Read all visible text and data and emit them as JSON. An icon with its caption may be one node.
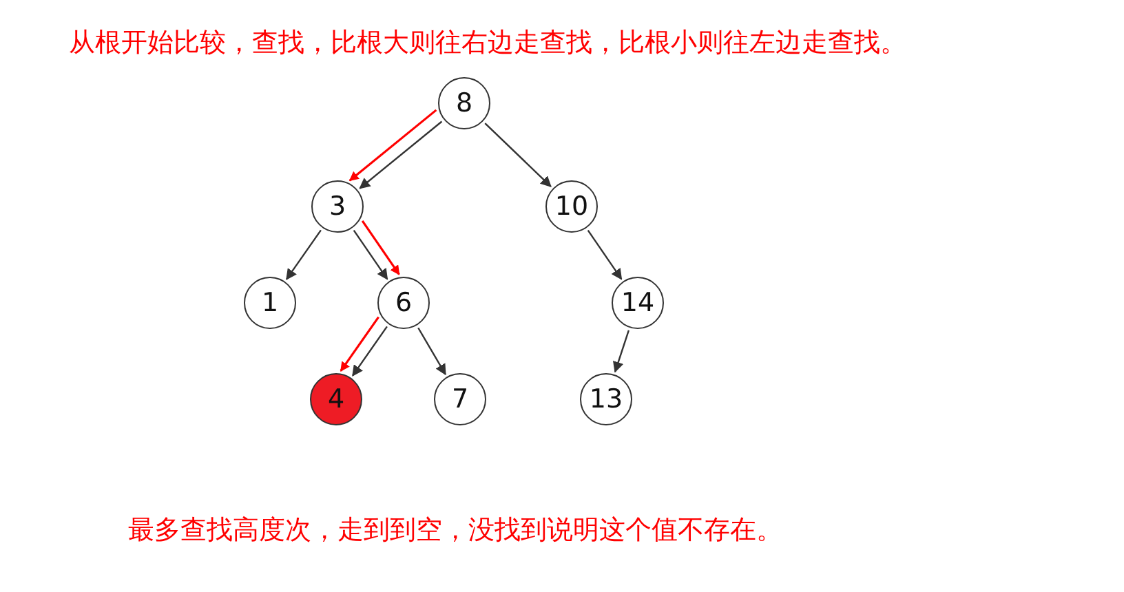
{
  "diagram": {
    "title": "从根开始比较，查找，比根大则往右边走查找，比根小则往左边走查找。",
    "caption": "最多查找高度次，走到到空，没找到说明这个值不存在。",
    "nodes": [
      {
        "text": [
          "8"
        ]
      },
      {
        "text": [
          "3"
        ]
      },
      {
        "text": [
          "10"
        ]
      },
      {
        "text": [
          "1"
        ]
      },
      {
        "text": [
          "6"
        ]
      },
      {
        "text": [
          "14"
        ]
      },
      {
        "text": [
          "4"
        ]
      },
      {
        "text": [
          "7"
        ]
      },
      {
        "text": [
          "13"
        ]
      }
    ],
    "edges": [
      {
        "from": 0,
        "to": 1,
        "arrow": "to"
      },
      {
        "from": 0,
        "to": 2,
        "arrow": "to"
      },
      {
        "from": 1,
        "to": 3,
        "arrow": "to"
      },
      {
        "from": 1,
        "to": 4,
        "arrow": "to"
      },
      {
        "from": 2,
        "to": 5,
        "arrow": "to"
      },
      {
        "from": 4,
        "to": 6,
        "arrow": "to"
      },
      {
        "from": 4,
        "to": 7,
        "arrow": "to"
      },
      {
        "from": 5,
        "to": 8,
        "arrow": "to"
      },
      {
        "from": 0,
        "to": 1,
        "arrow": "to",
        "color": "#ff0000"
      },
      {
        "from": 1,
        "to": 4,
        "arrow": "to",
        "color": "#ff0000"
      },
      {
        "from": 4,
        "to": 6,
        "arrow": "to",
        "color": "#ff0000"
      }
    ]
  }
}
